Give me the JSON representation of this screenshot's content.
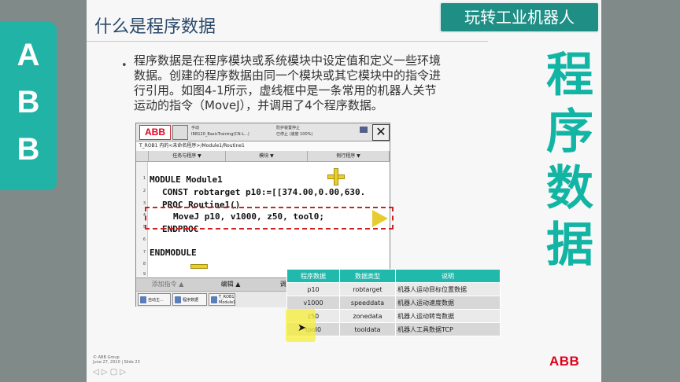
{
  "left_tab": {
    "letters": [
      "A",
      "B",
      "B"
    ]
  },
  "slide": {
    "title": "什么是程序数据",
    "bullet": "•",
    "paragraph_lines": [
      "程序数据是在程序模块或系统模块中设定值和定义一些环境",
      "数据。创建的程序数据由同一个模块或其它模块中的指令进",
      "行引用。如图4-1所示，虚线框中是一条常用的机器人关节",
      "运动的指令（MoveJ），并调用了4个程序数据。"
    ]
  },
  "badge": {
    "text": "玩转工业机器人"
  },
  "big_chars": [
    "程",
    "序",
    "数",
    "据"
  ],
  "pendant": {
    "logo": "ABB",
    "header_lines": [
      "手动",
      "IRB120_BasicTraining(CN-L...)",
      "防护装置停止",
      "已停止 (速度 100%)"
    ],
    "close": "✕",
    "breadcrumb": "T_ROB1 内的<未命名程序>/Module1/Routine1",
    "menu": [
      "任务与程序",
      "模块",
      "例行程序"
    ],
    "menu_arrow": "▼",
    "line_numbers": [
      "1",
      "2",
      "3",
      "4",
      "5",
      "6",
      "7",
      "8",
      "9"
    ],
    "code_lines": [
      "MODULE Module1",
      "CONST robtarget p10:=[[374.00,0.00,630.",
      "PROC Routine1()",
      "MoveJ p10, v1000, z50, tool0;",
      "ENDPROC",
      "ENDMODULE"
    ],
    "bottom_bar": {
      "add_instruction": "添加指令",
      "edit": "编辑",
      "debug": "调试",
      "arrow": "▲"
    },
    "tasks": [
      "自动主...",
      "程序数据",
      "T_ROB1 Module1"
    ]
  },
  "table": {
    "headers": [
      "程序数据",
      "数据类型",
      "说明"
    ],
    "rows": [
      [
        "p10",
        "robtarget",
        "机器人运动目标位置数据"
      ],
      [
        "v1000",
        "speeddata",
        "机器人运动速度数据"
      ],
      [
        "z50",
        "zonedata",
        "机器人运动转弯数据"
      ],
      [
        "tool0",
        "tooldata",
        "机器人工具数据TCP"
      ]
    ]
  },
  "footer": {
    "line1": "© ABB Group",
    "line2": "June 27, 2010 | Slide 23",
    "nav": "◁ ▷ ▢ ▷",
    "logo": "ABB"
  },
  "colors": {
    "accent": "#20b3a6",
    "abb_red": "#e0001b",
    "highlight": "#f7ef3a"
  }
}
